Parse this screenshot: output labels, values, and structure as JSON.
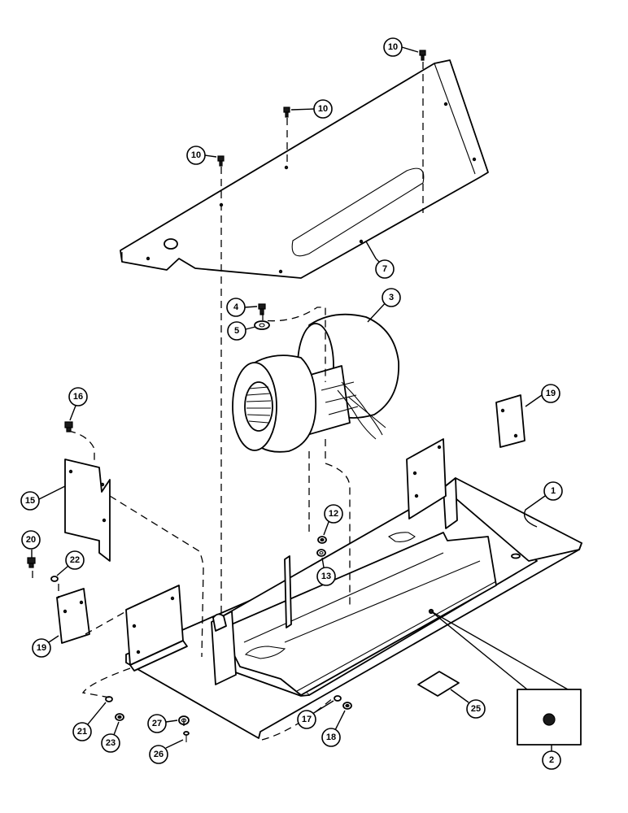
{
  "callouts": {
    "c1": "1",
    "c2": "2",
    "c3": "3",
    "c4": "4",
    "c5": "5",
    "c7": "7",
    "c10a": "10",
    "c10b": "10",
    "c10c": "10",
    "c12": "12",
    "c13": "13",
    "c15": "15",
    "c16": "16",
    "c17": "17",
    "c18": "18",
    "c19a": "19",
    "c19b": "19",
    "c20": "20",
    "c21": "21",
    "c22": "22",
    "c23": "23",
    "c25": "25",
    "c26": "26",
    "c27": "27"
  }
}
